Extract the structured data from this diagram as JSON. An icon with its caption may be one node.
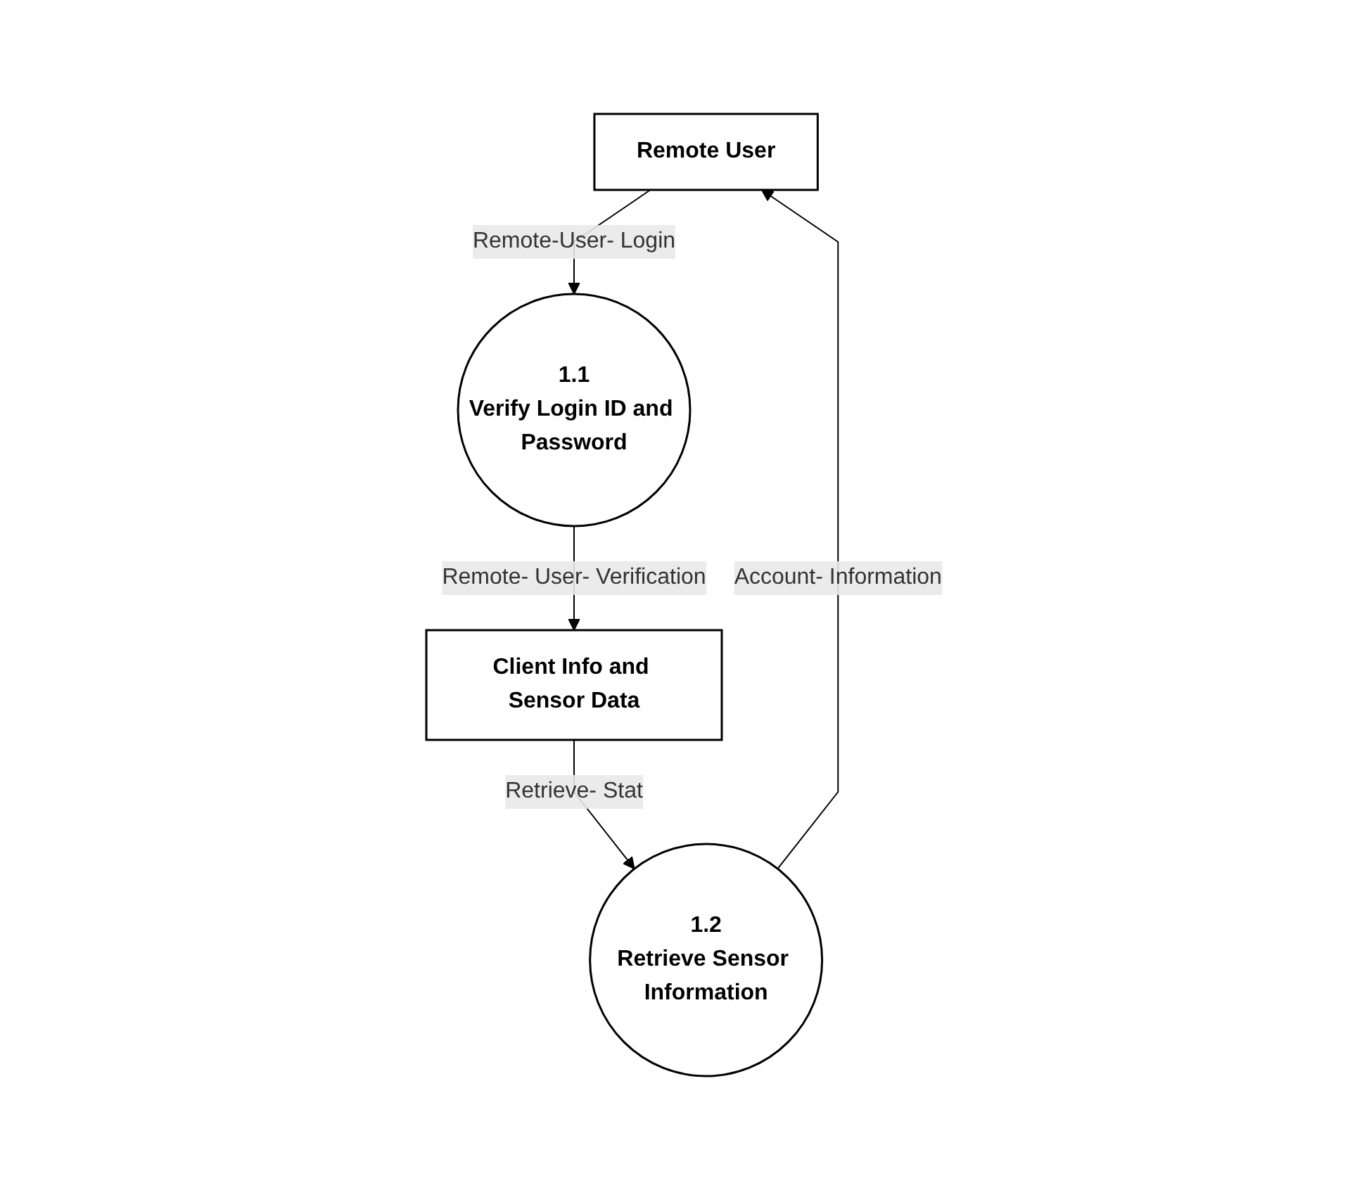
{
  "diagram": {
    "nodes": [
      {
        "text": [
          "Remote User"
        ]
      },
      {
        "text": [
          "1.1",
          "Verify Login ID and Password"
        ]
      },
      {
        "text": [
          "1.2",
          "Retrieve Sensor Information"
        ]
      },
      {
        "text": [
          "Client Info and Sensor Data"
        ]
      }
    ],
    "edges": [
      {
        "from": 0,
        "to": 1,
        "arrow": "to",
        "label": "Remote-User- Login"
      },
      {
        "from": 2,
        "to": 0,
        "arrow": "to",
        "label": "Account- Information"
      },
      {
        "from": 1,
        "to": 3,
        "arrow": "to",
        "label": "Remote- User- Verification"
      },
      {
        "from": 3,
        "to": 2,
        "arrow": "to",
        "label": "Retrieve- Stat"
      }
    ]
  }
}
